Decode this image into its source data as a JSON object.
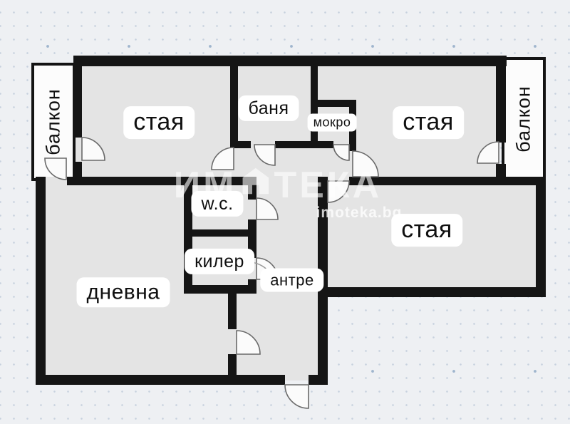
{
  "floorplan": {
    "rooms": {
      "bedroom_top_left": "стая",
      "bath": "баня",
      "wet_room": "мокро",
      "bedroom_top_right": "стая",
      "bedroom_right": "стая",
      "living_room": "дневна",
      "wc": "w.c.",
      "closet": "килер",
      "hall": "антре",
      "balcony_left": "балкон",
      "balcony_right": "балкон"
    },
    "watermark": {
      "brand_prefix": "ИМ",
      "brand_suffix": "ТЕКА",
      "website": "imoteka.bg"
    },
    "colors": {
      "wall": "#151515",
      "floor": "#e4e4e4",
      "balcony_fill": "#fcfcfc",
      "background": "#eef0f3",
      "label_bg": "#ffffff",
      "door_stroke": "#6a6a6a"
    }
  }
}
